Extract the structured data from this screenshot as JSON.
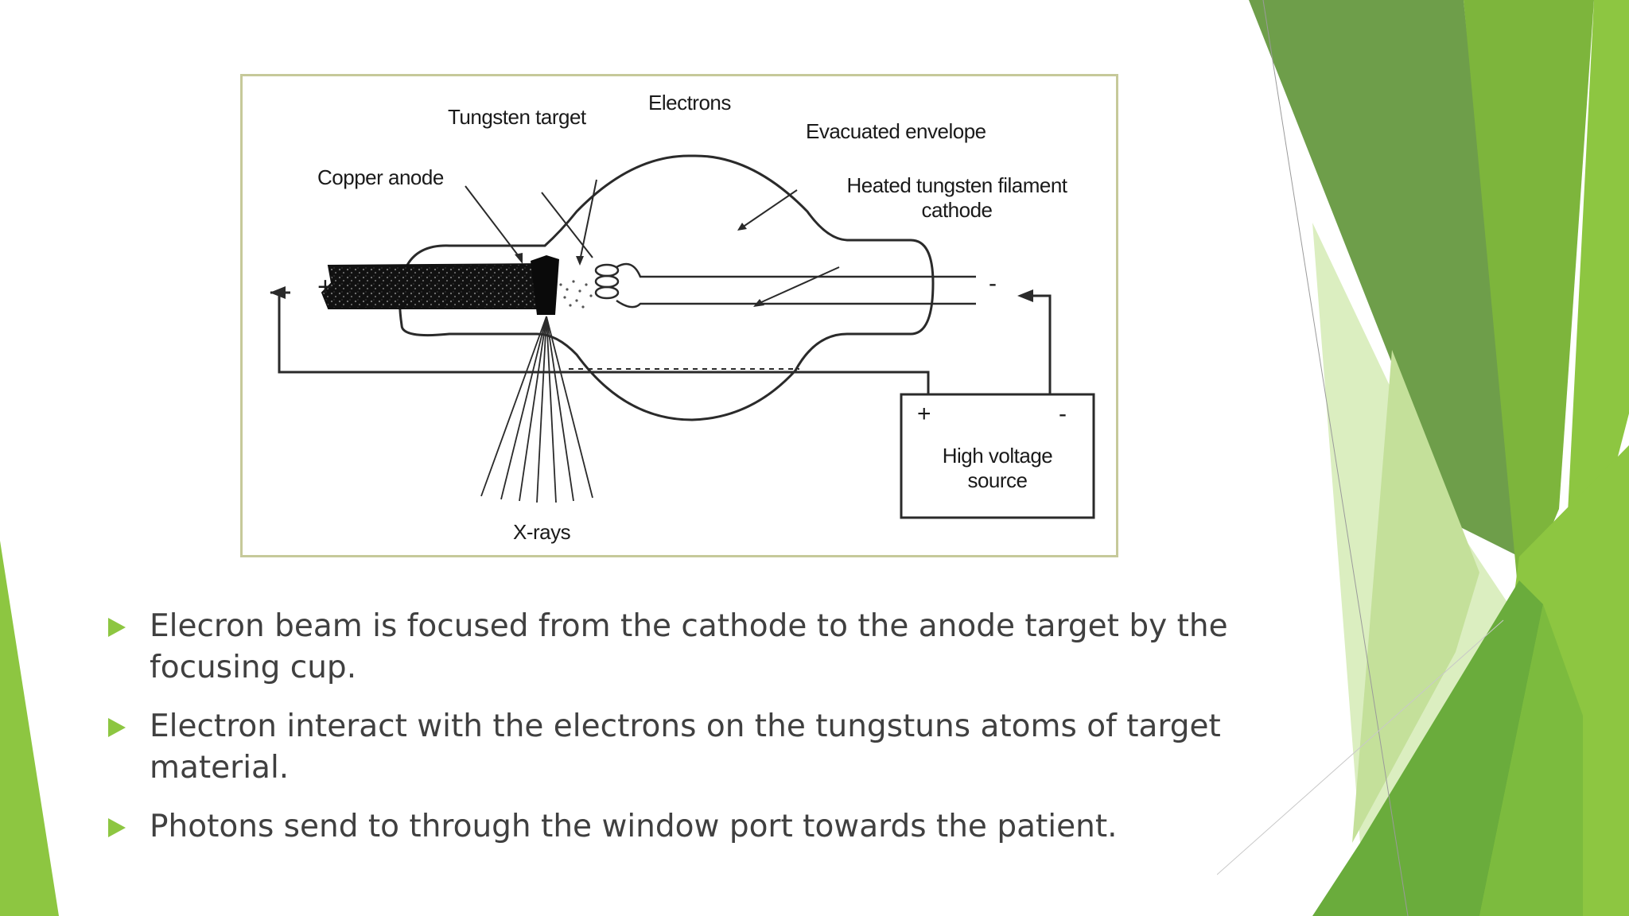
{
  "diagram": {
    "labels": {
      "electrons": "Electrons",
      "tungsten_target": "Tungsten target",
      "evacuated_envelope": "Evacuated envelope",
      "copper_anode": "Copper anode",
      "filament_line1": "Heated tungsten filament",
      "filament_line2": "cathode",
      "plus_sign": "+",
      "minus_sign": "-",
      "source_plus": "+",
      "source_minus": "-",
      "hv_line1": "High voltage",
      "hv_line2": "source",
      "xrays": "X-rays"
    }
  },
  "bullets": [
    {
      "text": "Elecron beam is focused from the cathode to the anode target by the focusing cup."
    },
    {
      "text": "Electron interact with the electrons on the tungstuns atoms of target material."
    },
    {
      "text": "Photons send to through the window port towards the patient."
    }
  ],
  "colors": {
    "accent": "#8dc641",
    "bullet_text": "#404040",
    "dark_green": "#5f9a3a",
    "light_green": "#dbeec0"
  }
}
